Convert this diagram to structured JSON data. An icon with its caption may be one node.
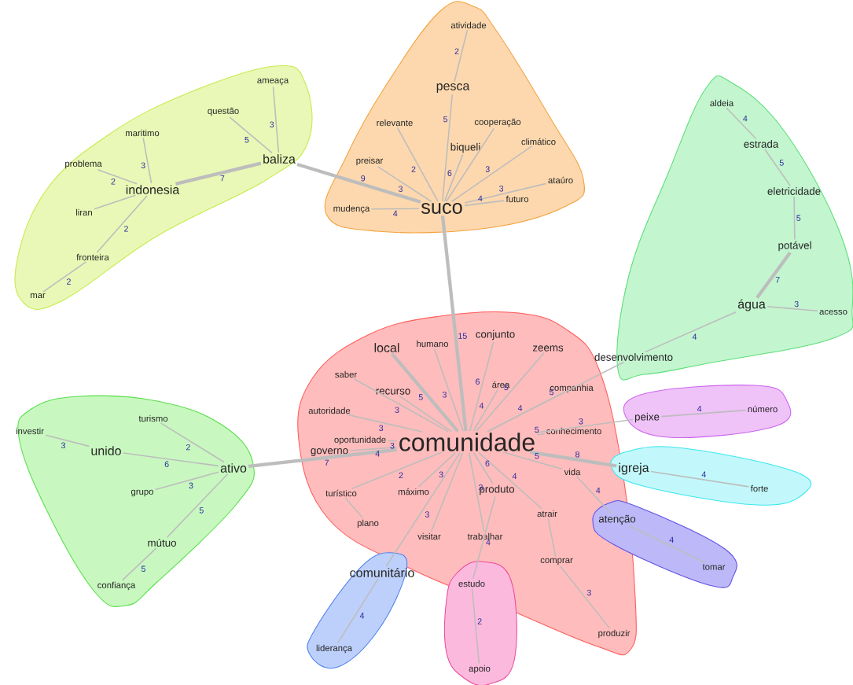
{
  "diagram": {
    "nodes": [
      {
        "text": [
          "baliza"
        ]
      },
      {
        "text": [
          "ameaça"
        ]
      },
      {
        "text": [
          "questão"
        ]
      },
      {
        "text": [
          "maritimo"
        ]
      },
      {
        "text": [
          "problema"
        ]
      },
      {
        "text": [
          "indonesia"
        ]
      },
      {
        "text": [
          "liran"
        ]
      },
      {
        "text": [
          "fronteira"
        ]
      },
      {
        "text": [
          "mar"
        ]
      },
      {
        "text": [
          "suco"
        ]
      },
      {
        "text": [
          "atividade"
        ]
      },
      {
        "text": [
          "pesca"
        ]
      },
      {
        "text": [
          "relevante"
        ]
      },
      {
        "text": [
          "cooperação"
        ]
      },
      {
        "text": [
          "biqueli"
        ]
      },
      {
        "text": [
          "climático"
        ]
      },
      {
        "text": [
          "preisar"
        ]
      },
      {
        "text": [
          "ataúro"
        ]
      },
      {
        "text": [
          "futuro"
        ]
      },
      {
        "text": [
          "mudença"
        ]
      },
      {
        "text": [
          "aldeia"
        ]
      },
      {
        "text": [
          "estrada"
        ]
      },
      {
        "text": [
          "eletricidade"
        ]
      },
      {
        "text": [
          "potável"
        ]
      },
      {
        "text": [
          "água"
        ]
      },
      {
        "text": [
          "acesso"
        ]
      },
      {
        "text": [
          "desenvolvimento"
        ]
      },
      {
        "text": [
          "comunidade"
        ]
      },
      {
        "text": [
          "local"
        ]
      },
      {
        "text": [
          "humano"
        ]
      },
      {
        "text": [
          "conjunto"
        ]
      },
      {
        "text": [
          "zeems"
        ]
      },
      {
        "text": [
          "saber"
        ]
      },
      {
        "text": [
          "recurso"
        ]
      },
      {
        "text": [
          "área"
        ]
      },
      {
        "text": [
          "companhia"
        ]
      },
      {
        "text": [
          "autoridade"
        ]
      },
      {
        "text": [
          "oportunidade"
        ]
      },
      {
        "text": [
          "governo"
        ]
      },
      {
        "text": [
          "conhecimento"
        ]
      },
      {
        "text": [
          "turístico"
        ]
      },
      {
        "text": [
          "máximo"
        ]
      },
      {
        "text": [
          "produto"
        ]
      },
      {
        "text": [
          "vida"
        ]
      },
      {
        "text": [
          "atrair"
        ]
      },
      {
        "text": [
          "plano"
        ]
      },
      {
        "text": [
          "visitar"
        ]
      },
      {
        "text": [
          "trabalhar"
        ]
      },
      {
        "text": [
          "comprar"
        ]
      },
      {
        "text": [
          "produzir"
        ]
      },
      {
        "text": [
          "peixe"
        ]
      },
      {
        "text": [
          "número"
        ]
      },
      {
        "text": [
          "igreja"
        ]
      },
      {
        "text": [
          "forte"
        ]
      },
      {
        "text": [
          "atenção"
        ]
      },
      {
        "text": [
          "tomar"
        ]
      },
      {
        "text": [
          "comunitário"
        ]
      },
      {
        "text": [
          "liderança"
        ]
      },
      {
        "text": [
          "estudo"
        ]
      },
      {
        "text": [
          "apoio"
        ]
      },
      {
        "text": [
          "investir"
        ]
      },
      {
        "text": [
          "turismo"
        ]
      },
      {
        "text": [
          "unido"
        ]
      },
      {
        "text": [
          "ativo"
        ]
      },
      {
        "text": [
          "grupo"
        ]
      },
      {
        "text": [
          "mútuo"
        ]
      },
      {
        "text": [
          "confiança"
        ]
      }
    ],
    "edges": [
      {
        "from": 0,
        "to": 1,
        "arrow": "none",
        "label": "3"
      },
      {
        "from": 0,
        "to": 2,
        "arrow": "none",
        "label": "5"
      },
      {
        "from": 0,
        "to": 5,
        "arrow": "none",
        "label": "7",
        "style": "thick"
      },
      {
        "from": 5,
        "to": 3,
        "arrow": "none",
        "label": "3"
      },
      {
        "from": 5,
        "to": 4,
        "arrow": "none",
        "label": "2"
      },
      {
        "from": 5,
        "to": 6,
        "arrow": "none"
      },
      {
        "from": 5,
        "to": 7,
        "arrow": "none",
        "label": "2"
      },
      {
        "from": 7,
        "to": 8,
        "arrow": "none",
        "label": "2"
      },
      {
        "from": 0,
        "to": 9,
        "arrow": "none",
        "label": "9",
        "style": "thick"
      },
      {
        "from": 11,
        "to": 10,
        "arrow": "none",
        "label": "2"
      },
      {
        "from": 9,
        "to": 11,
        "arrow": "none",
        "label": "5"
      },
      {
        "from": 9,
        "to": 14,
        "arrow": "none",
        "label": "6"
      },
      {
        "from": 9,
        "to": 12,
        "arrow": "none",
        "label": "2"
      },
      {
        "from": 9,
        "to": 16,
        "arrow": "none",
        "label": "3"
      },
      {
        "from": 9,
        "to": 13,
        "arrow": "none"
      },
      {
        "from": 9,
        "to": 15,
        "arrow": "none",
        "label": "3"
      },
      {
        "from": 9,
        "to": 17,
        "arrow": "none",
        "label": "3"
      },
      {
        "from": 9,
        "to": 18,
        "arrow": "none",
        "label": "4"
      },
      {
        "from": 9,
        "to": 19,
        "arrow": "none",
        "label": "4"
      },
      {
        "from": 20,
        "to": 21,
        "arrow": "none",
        "label": "4"
      },
      {
        "from": 21,
        "to": 22,
        "arrow": "none",
        "label": "5"
      },
      {
        "from": 22,
        "to": 23,
        "arrow": "none",
        "label": "5"
      },
      {
        "from": 23,
        "to": 24,
        "arrow": "none",
        "label": "7",
        "style": "thick"
      },
      {
        "from": 24,
        "to": 25,
        "arrow": "none",
        "label": "3"
      },
      {
        "from": 24,
        "to": 26,
        "arrow": "none",
        "label": "4"
      },
      {
        "from": 27,
        "to": 9,
        "arrow": "none",
        "label": "15",
        "style": "thick"
      },
      {
        "from": 27,
        "to": 30,
        "arrow": "none",
        "label": "6"
      },
      {
        "from": 27,
        "to": 28,
        "arrow": "none",
        "label": "5",
        "style": "thick"
      },
      {
        "from": 27,
        "to": 29,
        "arrow": "none",
        "label": "3"
      },
      {
        "from": 27,
        "to": 33,
        "arrow": "none"
      },
      {
        "from": 27,
        "to": 32,
        "arrow": "none",
        "label": "3"
      },
      {
        "from": 27,
        "to": 36,
        "arrow": "none",
        "label": "3"
      },
      {
        "from": 27,
        "to": 37,
        "arrow": "none",
        "label": "3"
      },
      {
        "from": 27,
        "to": 38,
        "arrow": "none",
        "label": "4"
      },
      {
        "from": 27,
        "to": 63,
        "arrow": "none",
        "label": "7",
        "style": "thick"
      },
      {
        "from": 27,
        "to": 40,
        "arrow": "none",
        "label": "2"
      },
      {
        "from": 27,
        "to": 41,
        "arrow": "none",
        "label": "3"
      },
      {
        "from": 27,
        "to": 42,
        "arrow": "none",
        "label": "6"
      },
      {
        "from": 27,
        "to": 46,
        "arrow": "none"
      },
      {
        "from": 27,
        "to": 56,
        "arrow": "none",
        "label": "3"
      },
      {
        "from": 27,
        "to": 47,
        "arrow": "none",
        "label": "3"
      },
      {
        "from": 27,
        "to": 44,
        "arrow": "none",
        "label": "4"
      },
      {
        "from": 27,
        "to": 43,
        "arrow": "none",
        "label": "5"
      },
      {
        "from": 27,
        "to": 39,
        "arrow": "none",
        "label": "5"
      },
      {
        "from": 27,
        "to": 52,
        "arrow": "none",
        "label": "8",
        "style": "thick"
      },
      {
        "from": 27,
        "to": 50,
        "arrow": "none",
        "label": "3"
      },
      {
        "from": 27,
        "to": 35,
        "arrow": "none",
        "label": "4"
      },
      {
        "from": 27,
        "to": 34,
        "arrow": "none",
        "label": "4"
      },
      {
        "from": 27,
        "to": 31,
        "arrow": "none",
        "label": "5"
      },
      {
        "from": 27,
        "to": 26,
        "arrow": "none",
        "label": "5"
      },
      {
        "from": 43,
        "to": 54,
        "arrow": "none",
        "label": "4"
      },
      {
        "from": 42,
        "to": 58,
        "arrow": "none",
        "label": "4"
      },
      {
        "from": 44,
        "to": 48,
        "arrow": "none"
      },
      {
        "from": 48,
        "to": 49,
        "arrow": "none",
        "label": "3"
      },
      {
        "from": 40,
        "to": 45,
        "arrow": "none"
      },
      {
        "from": 58,
        "to": 59,
        "arrow": "none",
        "label": "2"
      },
      {
        "from": 56,
        "to": 57,
        "arrow": "none",
        "label": "4"
      },
      {
        "from": 52,
        "to": 53,
        "arrow": "none",
        "label": "4"
      },
      {
        "from": 50,
        "to": 51,
        "arrow": "none",
        "label": "4"
      },
      {
        "from": 54,
        "to": 55,
        "arrow": "none",
        "label": "4"
      },
      {
        "from": 63,
        "to": 62,
        "arrow": "none",
        "label": "6"
      },
      {
        "from": 62,
        "to": 60,
        "arrow": "none",
        "label": "3"
      },
      {
        "from": 63,
        "to": 61,
        "arrow": "none",
        "label": "2"
      },
      {
        "from": 63,
        "to": 64,
        "arrow": "none",
        "label": "3"
      },
      {
        "from": 63,
        "to": 65,
        "arrow": "none",
        "label": "5"
      },
      {
        "from": 65,
        "to": 66,
        "arrow": "none",
        "label": "5"
      }
    ]
  }
}
